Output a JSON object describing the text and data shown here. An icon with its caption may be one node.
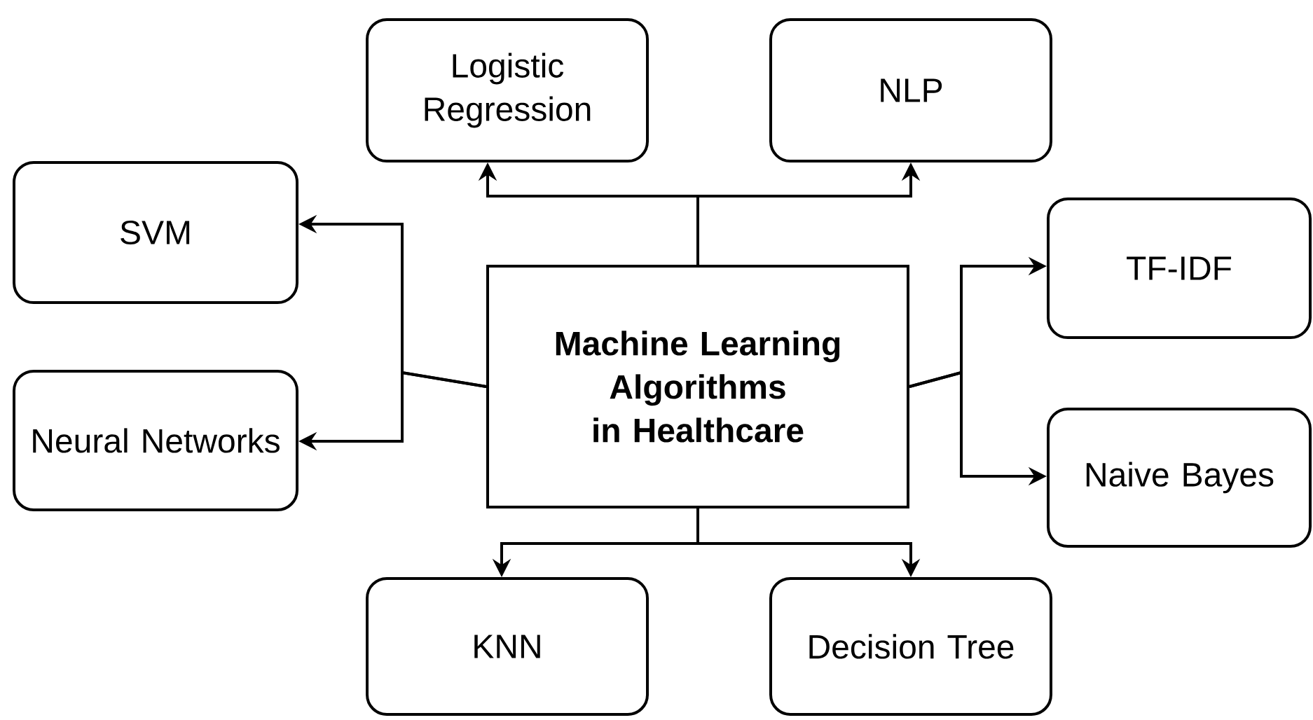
{
  "diagram": {
    "nodes": [
      {
        "text": [
          "Machine Learning Algorithms in Healthcare"
        ]
      },
      {
        "text": [
          "Logistic Regression"
        ]
      },
      {
        "text": [
          "NLP"
        ]
      },
      {
        "text": [
          "SVM"
        ]
      },
      {
        "text": [
          "TF-IDF"
        ]
      },
      {
        "text": [
          "Neural Networks"
        ]
      },
      {
        "text": [
          "Naive Bayes"
        ]
      },
      {
        "text": [
          "KNN"
        ]
      },
      {
        "text": [
          "Decision Tree"
        ]
      }
    ],
    "edges": [
      {
        "from": 0,
        "to": 1,
        "arrow": "to"
      },
      {
        "from": 0,
        "to": 2,
        "arrow": "to"
      },
      {
        "from": 0,
        "to": 3,
        "arrow": "to"
      },
      {
        "from": 0,
        "to": 5,
        "arrow": "to"
      },
      {
        "from": 0,
        "to": 4,
        "arrow": "to"
      },
      {
        "from": 0,
        "to": 6,
        "arrow": "to"
      },
      {
        "from": 0,
        "to": 7,
        "arrow": "to"
      },
      {
        "from": 0,
        "to": 8,
        "arrow": "to"
      }
    ]
  }
}
